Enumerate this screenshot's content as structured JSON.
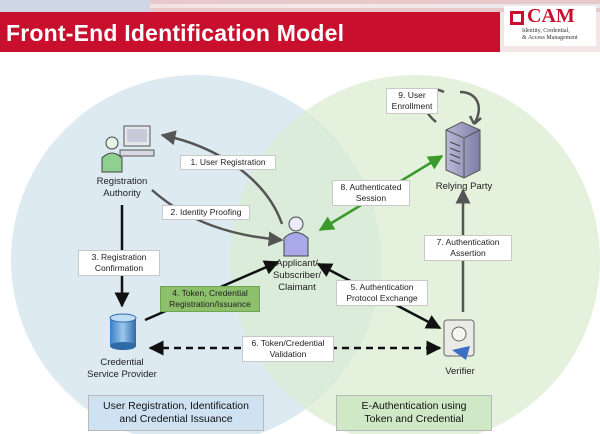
{
  "title": "Front-End Identification Model",
  "logo": {
    "name": "CAM",
    "subtitle_lines": [
      "Identity, Credential,",
      "& Access Management"
    ]
  },
  "nodes": {
    "registration_authority": [
      "Registration",
      "Authority"
    ],
    "applicant": [
      "Applicant/",
      "Subscriber/",
      "Claimant"
    ],
    "credential_service_provider": [
      "Credential",
      "Service Provider"
    ],
    "relying_party": "Relying Party",
    "verifier": "Verifier"
  },
  "steps": {
    "s1": [
      "1. User Registration"
    ],
    "s2": [
      "2. Identity Proofing"
    ],
    "s3": [
      "3. Registration",
      "Confirmation"
    ],
    "s4": [
      "4. Token, Credential",
      "Registration/Issuance"
    ],
    "s5": [
      "5. Authentication",
      "Protocol Exchange"
    ],
    "s6": [
      "6. Token/Credential",
      "Validation"
    ],
    "s7": [
      "7. Authentication",
      "Assertion"
    ],
    "s8": [
      "8. Authenticated",
      "Session"
    ],
    "s9": [
      "9. User",
      "Enrollment"
    ]
  },
  "regions": {
    "left": [
      "User Registration, Identification",
      "and Credential Issuance"
    ],
    "right": [
      "E-Authentication using",
      "Token and Credential"
    ]
  },
  "colors": {
    "header_red": "#c8102e",
    "green_arrow": "#3a9a2a",
    "left_circle": "#d7e6ef",
    "right_circle": "#d9ecd2",
    "step4_highlight": "#8dc06a"
  }
}
